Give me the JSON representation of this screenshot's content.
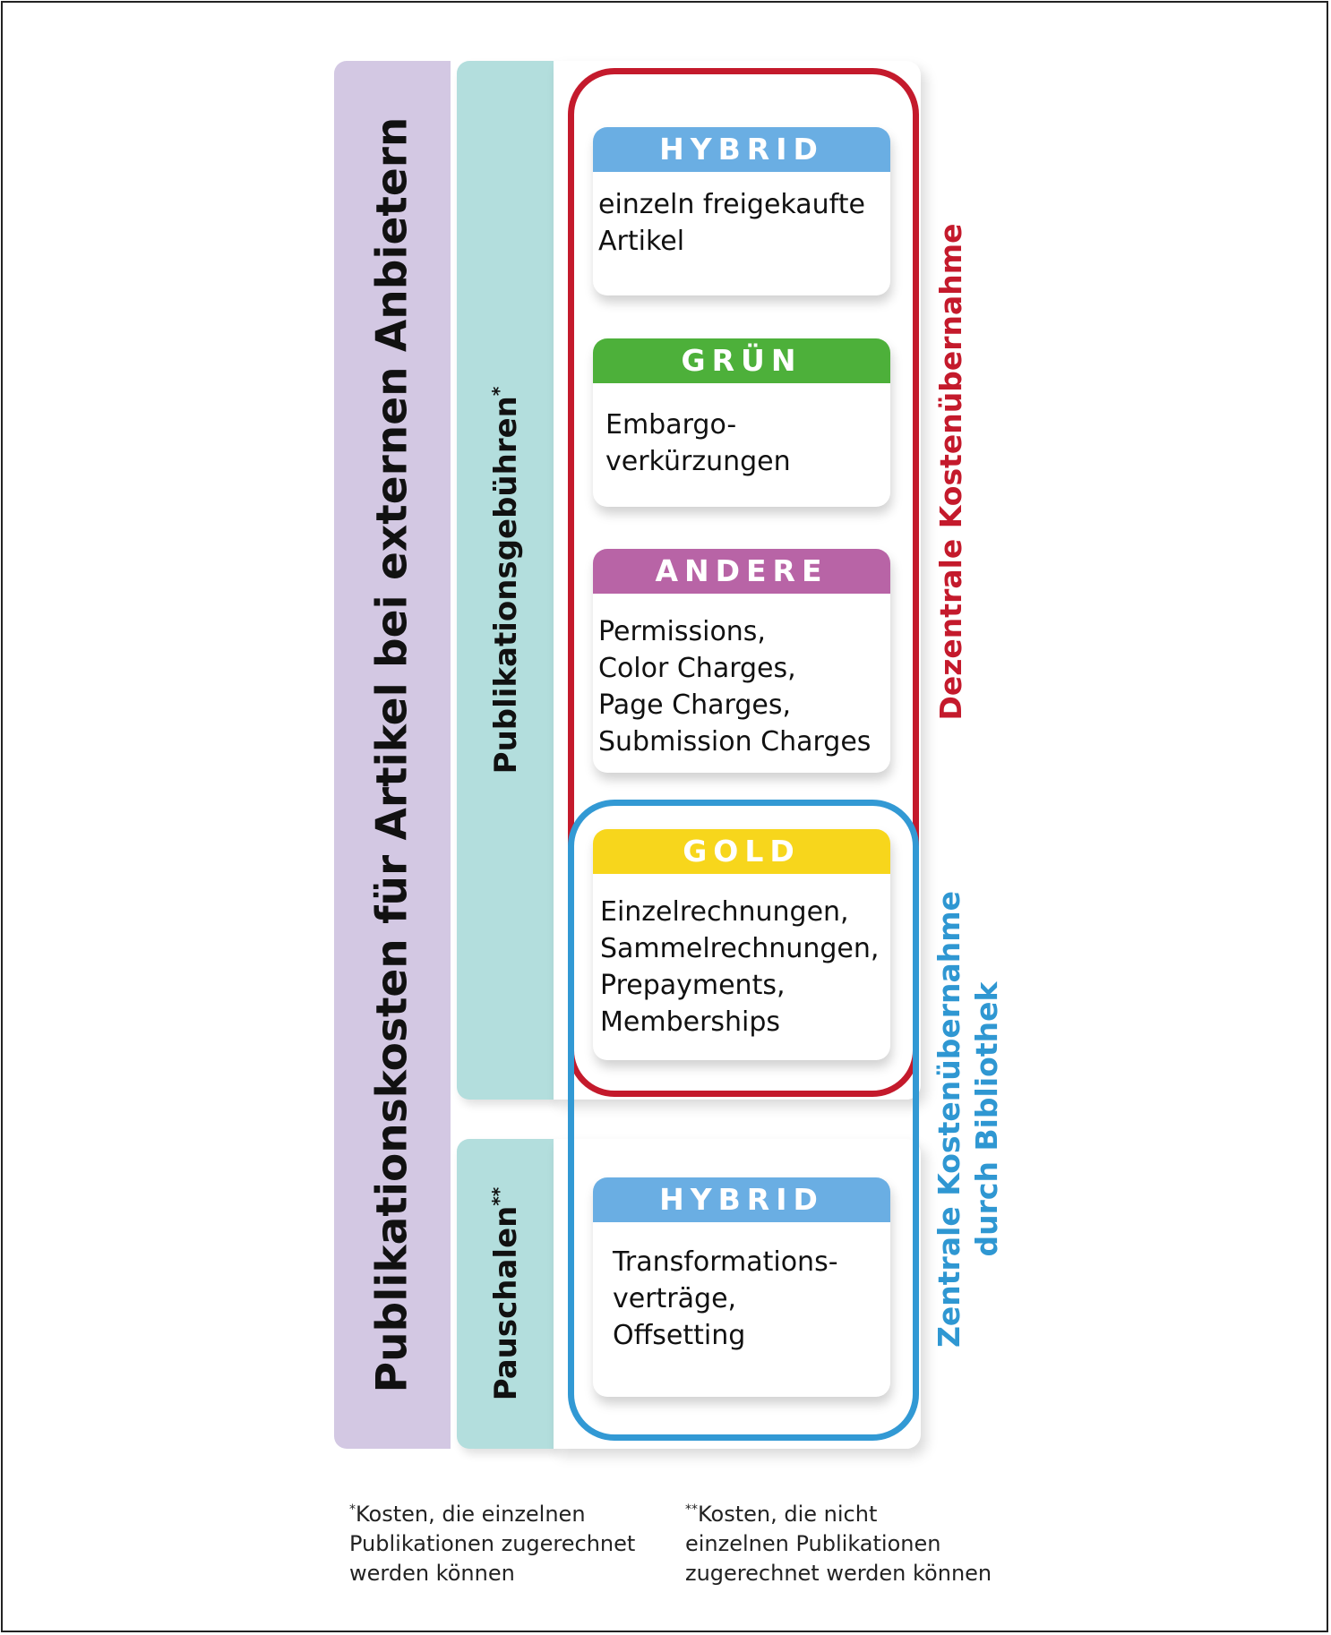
{
  "title": "Publikationskosten für Artikel bei externen Anbietern",
  "categories": {
    "publication_fees": {
      "label": "Publikationsgebühren",
      "mark": "*"
    },
    "flat_rates": {
      "label": "Pauschalen",
      "mark": "**"
    }
  },
  "cards": [
    {
      "header": "HYBRID",
      "color": "#6aaee3",
      "lines": [
        "einzeln freigekaufte",
        "Artikel"
      ]
    },
    {
      "header": "GRÜN",
      "color": "#4db03a",
      "lines": [
        "Embargo-",
        "verkürzungen"
      ]
    },
    {
      "header": "ANDERE",
      "color": "#b864a6",
      "lines": [
        "Permissions,",
        "Color Charges,",
        "Page Charges,",
        "Submission Charges"
      ]
    },
    {
      "header": "GOLD",
      "color": "#f7d61c",
      "lines": [
        "Einzelrechnungen,",
        "Sammelrechnungen,",
        "Prepayments,",
        "Memberships"
      ]
    },
    {
      "header": "HYBRID",
      "color": "#6aaee3",
      "lines": [
        "Transformations-",
        "verträge,",
        "Offsetting"
      ]
    }
  ],
  "groups": {
    "decentral": {
      "label": "Dezentrale Kostenübernahme",
      "color": "#c41a2c"
    },
    "central": {
      "lines": [
        "Zentrale Kostenübernahme",
        "durch Bibliothek"
      ],
      "color": "#2f97d2"
    }
  },
  "footnotes": [
    {
      "mark": "*",
      "lines": [
        "Kosten, die einzelnen",
        "Publikationen zugerechnet",
        "werden können"
      ]
    },
    {
      "mark": "**",
      "lines": [
        "Kosten, die nicht",
        "einzelnen Publikationen",
        "zugerechnet werden können"
      ]
    }
  ]
}
